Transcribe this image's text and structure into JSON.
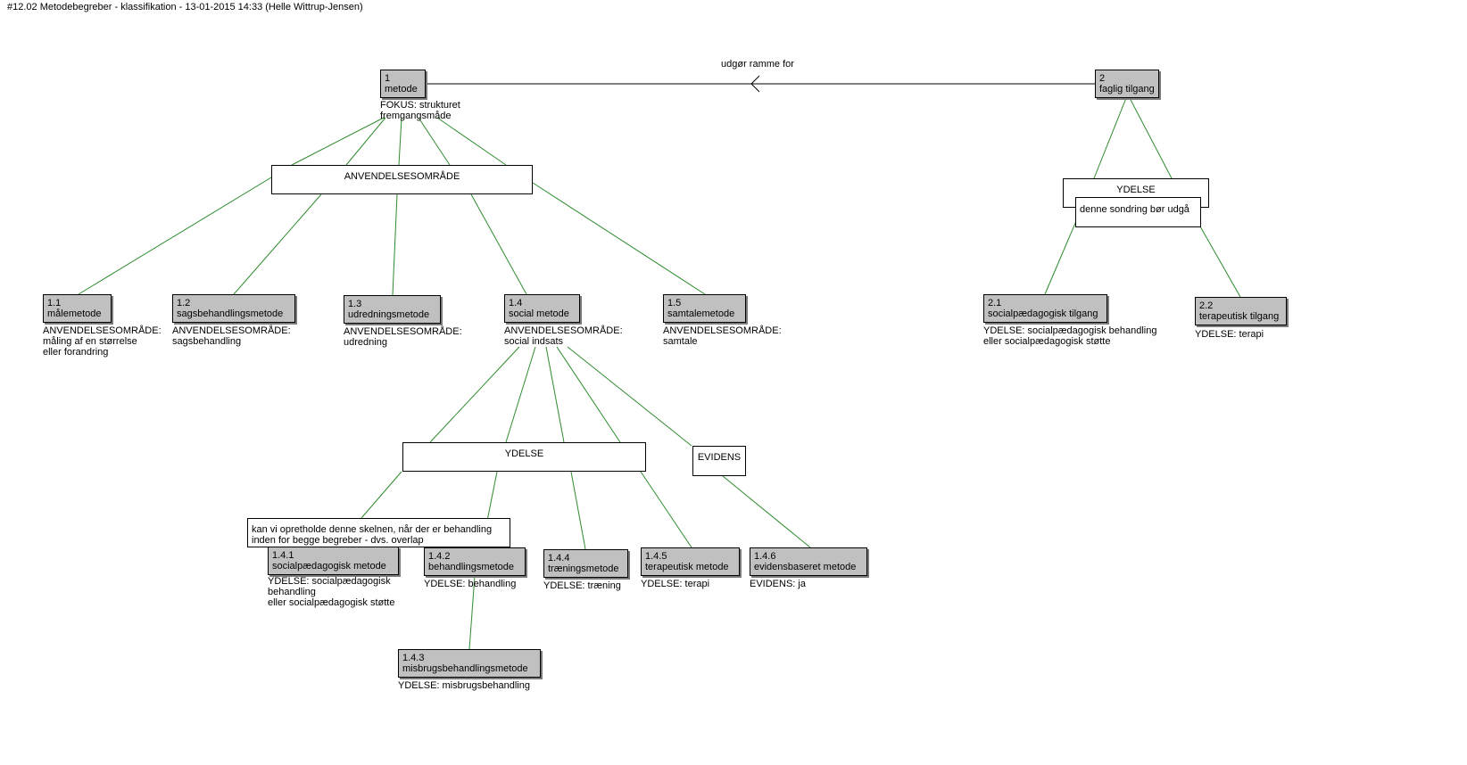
{
  "header": {
    "title": "#12.02 Metodebegreber - klassifikation - 13-01-2015 14:33 (Helle Wittrup-Jensen)"
  },
  "edge_label": "udgør ramme for",
  "nodes": {
    "n1": {
      "num": "1",
      "label": "metode",
      "ann": "FOKUS: strukturet\nfremgangsmåde"
    },
    "n2": {
      "num": "2",
      "label": "faglig tilgang",
      "ann": ""
    },
    "n11": {
      "num": "1.1",
      "label": "målemetode",
      "ann": "ANVENDELSESOMRÅDE:\nmåling af en størrelse\neller forandring"
    },
    "n12": {
      "num": "1.2",
      "label": "sagsbehandlingsmetode",
      "ann": "ANVENDELSESOMRÅDE:\nsagsbehandling"
    },
    "n13": {
      "num": "1.3",
      "label": "udredningsmetode",
      "ann": "ANVENDELSESOMRÅDE:\nudredning"
    },
    "n14": {
      "num": "1.4",
      "label": "social metode",
      "ann": "ANVENDELSESOMRÅDE:\nsocial indsats"
    },
    "n15": {
      "num": "1.5",
      "label": "samtalemetode",
      "ann": "ANVENDELSESOMRÅDE:\nsamtale"
    },
    "n21": {
      "num": "2.1",
      "label": "socialpædagogisk tilgang",
      "ann": "YDELSE: socialpædagogisk behandling\neller socialpædagogisk støtte"
    },
    "n22": {
      "num": "2.2",
      "label": "terapeutisk tilgang",
      "ann": "YDELSE: terapi"
    },
    "n141": {
      "num": "1.4.1",
      "label": "socialpædagogisk metode",
      "ann": "YDELSE: socialpædagogisk\nbehandling\neller socialpædagogisk støtte"
    },
    "n142": {
      "num": "1.4.2",
      "label": "behandlingsmetode",
      "ann": "YDELSE: behandling"
    },
    "n143": {
      "num": "1.4.3",
      "label": "misbrugsbehandlingsmetode",
      "ann": "YDELSE: misbrugsbehandling"
    },
    "n144": {
      "num": "1.4.4",
      "label": "træningsmetode",
      "ann": "YDELSE: træning"
    },
    "n145": {
      "num": "1.4.5",
      "label": "terapeutisk metode",
      "ann": "YDELSE: terapi"
    },
    "n146": {
      "num": "1.4.6",
      "label": "evidensbaseret metode",
      "ann": "EVIDENS: ja"
    }
  },
  "categories": {
    "anvendelse": "ANVENDELSESOMRÅDE",
    "ydelse_right": "YDELSE",
    "ydelse_mid": "YDELSE",
    "evidens": "EVIDENS"
  },
  "notes": {
    "note_right": "denne sondring bør udgå",
    "note_mid": "kan vi opretholde denne skelnen, når der er behandling\ninden for begge begreber - dvs. overlap"
  },
  "colors": {
    "node_fill": "#c0c0c0",
    "line": "#2e8b2e",
    "relation_line": "#000000"
  }
}
